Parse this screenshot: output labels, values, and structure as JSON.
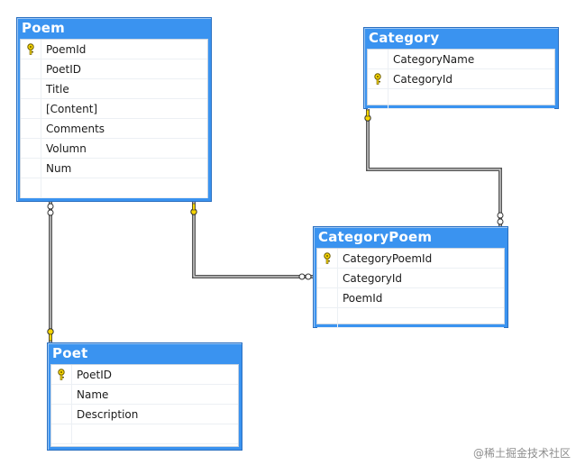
{
  "tables": {
    "poem": {
      "title": "Poem",
      "columns": [
        {
          "name": "PoemId",
          "key": true
        },
        {
          "name": "PoetID",
          "key": false
        },
        {
          "name": "Title",
          "key": false
        },
        {
          "name": "[Content]",
          "key": false
        },
        {
          "name": "Comments",
          "key": false
        },
        {
          "name": "Volumn",
          "key": false
        },
        {
          "name": "Num",
          "key": false
        }
      ]
    },
    "category": {
      "title": "Category",
      "columns": [
        {
          "name": "CategoryName",
          "key": false
        },
        {
          "name": "CategoryId",
          "key": true
        }
      ]
    },
    "categorypoem": {
      "title": "CategoryPoem",
      "columns": [
        {
          "name": "CategoryPoemId",
          "key": true
        },
        {
          "name": "CategoryId",
          "key": false
        },
        {
          "name": "PoemId",
          "key": false
        }
      ]
    },
    "poet": {
      "title": "Poet",
      "columns": [
        {
          "name": "PoetID",
          "key": true
        },
        {
          "name": "Name",
          "key": false
        },
        {
          "name": "Description",
          "key": false
        }
      ]
    }
  },
  "watermark": "@稀土掘金技术社区",
  "colors": {
    "title_bar": "#3a93f0",
    "connector": "#555555",
    "key_fill": "#f5d400"
  }
}
